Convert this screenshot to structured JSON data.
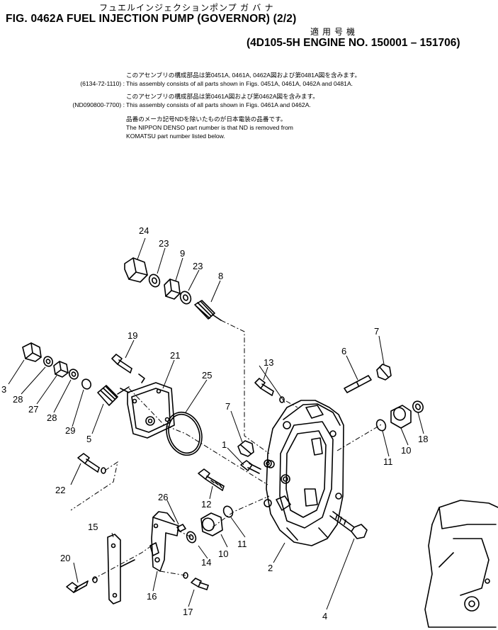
{
  "header": {
    "title_jp": "フュエルインジェクションポンプ ガ バ ナ",
    "figure_title": "FIG. 0462A  FUEL INJECTION PUMP (GOVERNOR) (2/2)",
    "applicable_jp": "適用号機",
    "engine_serial": "(4D105-5H ENGINE NO. 150001 – 151706)"
  },
  "notes": {
    "assy1_jp": "このアセンブリの構成部品は第0451A, 0461A, 0462A図および第0481A図を含みます。",
    "assy1_code": "(6134-72-1110) :",
    "assy1_en": "This assembly consists of all parts shown in Figs. 0451A, 0461A, 0462A and 0481A.",
    "assy2_jp": "このアセンブリの構成部品は第0461A図および第0462A図を含みます。",
    "assy2_code": "(ND090800-7700) :",
    "assy2_en": "This assembly consists of all parts shown in Figs. 0461A and 0462A.",
    "denso_jp": "品番のメーカ記号NDを除いたものが日本電装の品番です。",
    "denso_en_1": "The NIPPON DENSO part number is that ND is removed from",
    "denso_en_2": "KOMATSU part number listed below."
  },
  "callouts": {
    "c1": "1",
    "c2": "2",
    "c3": "3",
    "c4": "4",
    "c5": "5",
    "c6": "6",
    "c7a": "7",
    "c7b": "7",
    "c8": "8",
    "c9": "9",
    "c10a": "10",
    "c10b": "10",
    "c11a": "11",
    "c11b": "11",
    "c12": "12",
    "c13": "13",
    "c14": "14",
    "c15": "15",
    "c16": "16",
    "c17": "17",
    "c18": "18",
    "c19": "19",
    "c20": "20",
    "c21": "21",
    "c22": "22",
    "c23a": "23",
    "c23b": "23",
    "c24": "24",
    "c25": "25",
    "c26": "26",
    "c27": "27",
    "c28a": "28",
    "c28b": "28",
    "c29": "29"
  }
}
